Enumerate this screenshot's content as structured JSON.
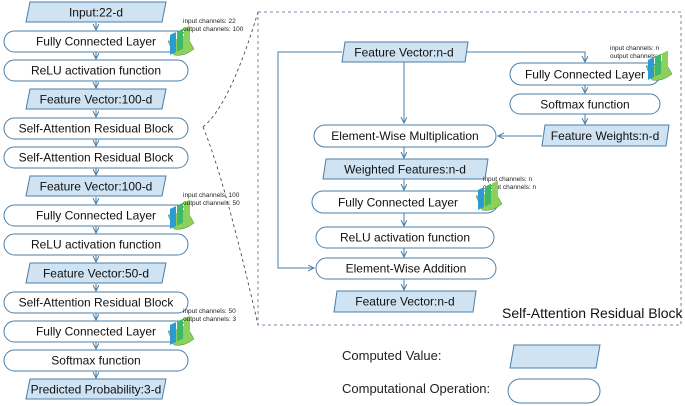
{
  "colors": {
    "value_fill": "#cfe3f3",
    "value_stroke": "#4a7ea8",
    "op_stroke": "#4a7ea8",
    "arrow": "#4a7ea8",
    "layer_icon": [
      "#2b9bd1",
      "#3fb86b",
      "#8ed15a"
    ]
  },
  "main_pipeline": {
    "nodes": [
      {
        "type": "value",
        "label": "Input:22-d"
      },
      {
        "type": "op",
        "label": "Fully Connected Layer",
        "icon": "layer-icon",
        "note_in": "input channels: 22",
        "note_out": "output channels: 100"
      },
      {
        "type": "op",
        "label": "ReLU activation function"
      },
      {
        "type": "value",
        "label": "Feature Vector:100-d"
      },
      {
        "type": "op",
        "label": "Self-Attention Residual Block"
      },
      {
        "type": "op",
        "label": "Self-Attention Residual Block"
      },
      {
        "type": "value",
        "label": "Feature Vector:100-d"
      },
      {
        "type": "op",
        "label": "Fully Connected Layer",
        "icon": "layer-icon",
        "note_in": "input channels: 100",
        "note_out": "output channels: 50"
      },
      {
        "type": "op",
        "label": "ReLU activation function"
      },
      {
        "type": "value",
        "label": "Feature Vector:50-d"
      },
      {
        "type": "op",
        "label": "Self-Attention Residual Block"
      },
      {
        "type": "op",
        "label": "Fully Connected Layer",
        "icon": "layer-icon",
        "note_in": "input channels: 50",
        "note_out": "output channels: 3"
      },
      {
        "type": "op",
        "label": "Softmax  function"
      },
      {
        "type": "value",
        "label": "Predicted Probability:3-d"
      }
    ]
  },
  "detail_block": {
    "title": "Self-Attention Residual Block",
    "input": "Feature Vector:n-d",
    "fc_weights": {
      "label": "Fully Connected Layer",
      "note_in": "input channels: n",
      "note_out": "output channels: n"
    },
    "softmax": "Softmax  function",
    "weights": "Feature Weights:n-d",
    "multiply": "Element-Wise Multiplication",
    "weighted": "Weighted Features:n-d",
    "fc_main": {
      "label": "Fully Connected Layer",
      "note_in": "input channels: n",
      "note_out": "output channels: n"
    },
    "relu": "ReLU activation function",
    "add": "Element-Wise Addition",
    "output": "Feature Vector:n-d"
  },
  "legend": {
    "computed_value": "Computed Value:",
    "computational_operation": "Computational Operation:"
  }
}
